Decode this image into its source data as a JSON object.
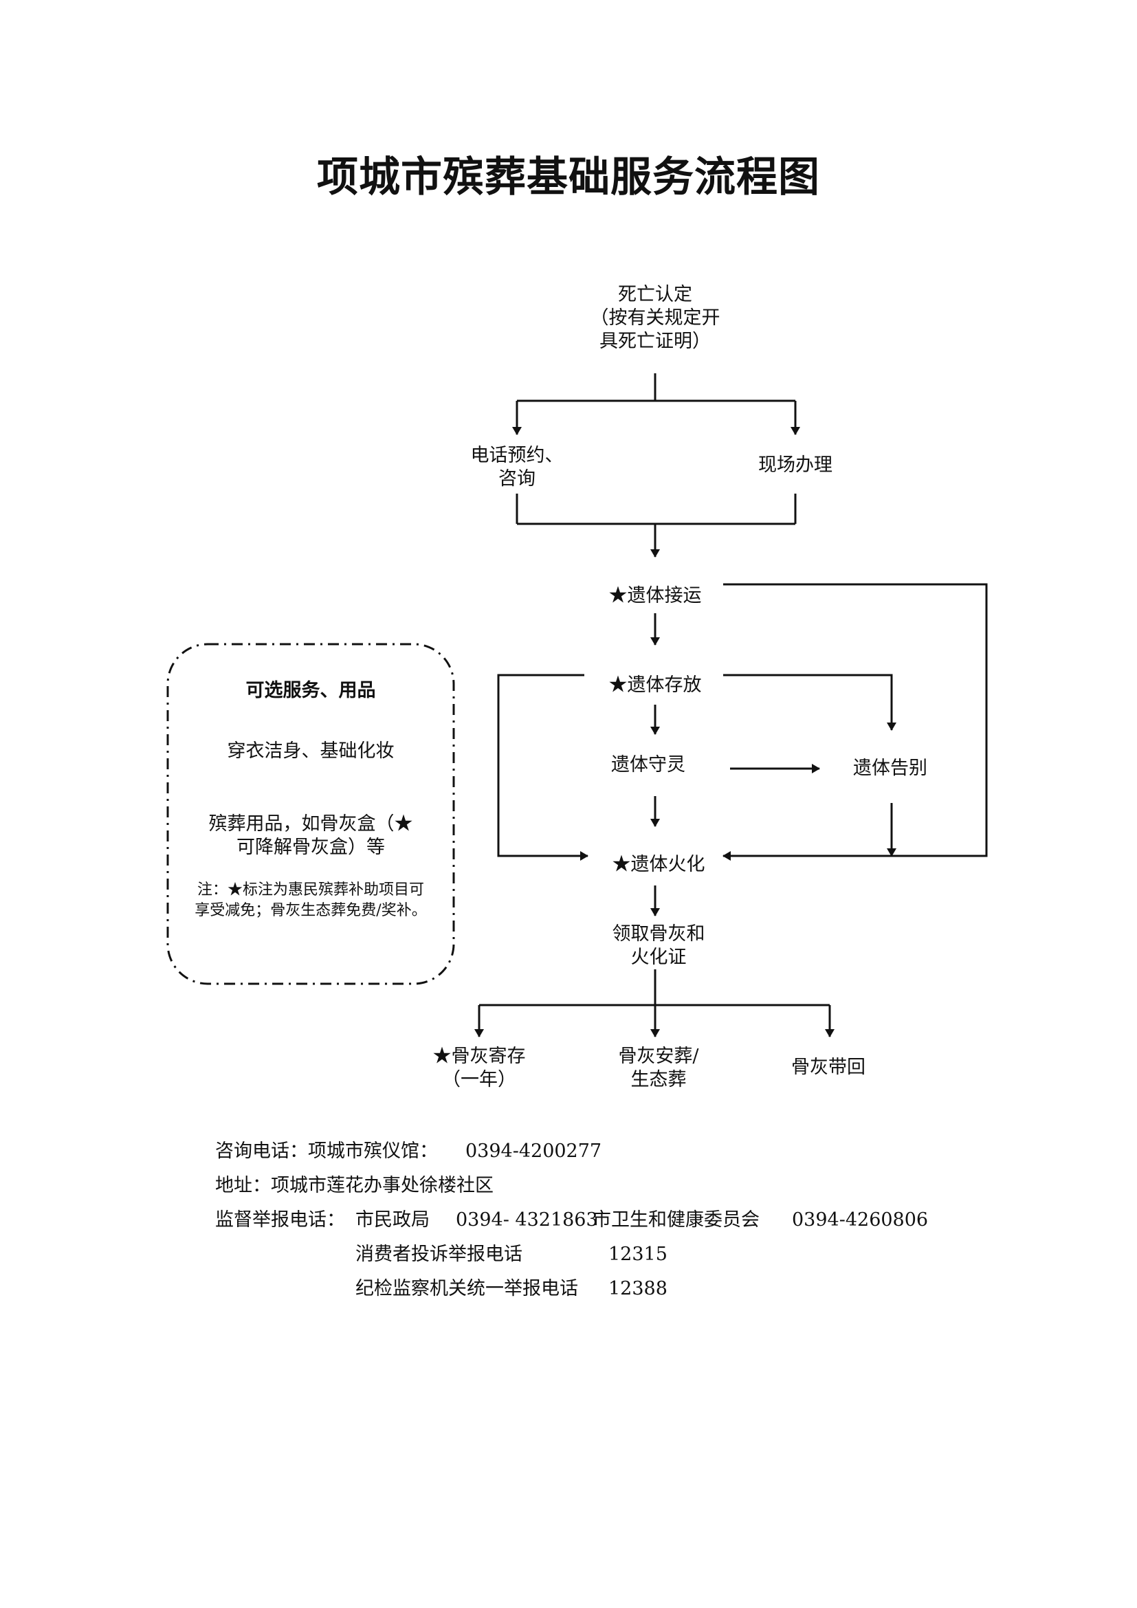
{
  "title": "项城市殡葬基础服务流程图",
  "nodes": {
    "death_confirm": [
      "死亡认定",
      "（按有关规定开",
      "具死亡证明）"
    ],
    "phone_booking": [
      "电话预约、",
      "咨询"
    ],
    "onsite": [
      "现场办理"
    ],
    "transport": [
      "★遗体接运"
    ],
    "storage": [
      "★遗体存放"
    ],
    "vigil": [
      "遗体守灵"
    ],
    "farewell": [
      "遗体告别"
    ],
    "cremation": [
      "★遗体火化"
    ],
    "collect": [
      "领取骨灰和",
      "火化证"
    ],
    "ash_storage": [
      "★骨灰寄存",
      "（一年）"
    ],
    "ash_burial": [
      "骨灰安葬/",
      "生态葬"
    ],
    "ash_takehome": [
      "骨灰带回"
    ]
  },
  "optional": {
    "heading": "可选服务、用品",
    "item1": "穿衣洁身、基础化妆",
    "item2": [
      "殡葬用品，如骨灰盒（★",
      "可降解骨灰盒）等"
    ],
    "note": [
      "注：★标注为惠民殡葬补助项目可",
      "享受减免；骨灰生态葬免费/奖补。"
    ]
  },
  "contact": {
    "line1_label": "咨询电话：项城市殡仪馆：",
    "line1_number": "0394-4200277",
    "line2": "地址：项城市莲花办事处徐楼社区",
    "line3_label": "监督举报电话：",
    "line3_org1": "市民政局",
    "line3_num1": "0394- 4321863",
    "line3_org2": "市卫生和健康委员会",
    "line3_num2": "0394-4260806",
    "line4_label": "消费者投诉举报电话",
    "line4_number": "12315",
    "line5_label": "纪检监察机关统一举报电话",
    "line5_number": "12388"
  },
  "colors": {
    "ink": "#111111",
    "background": "#ffffff"
  }
}
